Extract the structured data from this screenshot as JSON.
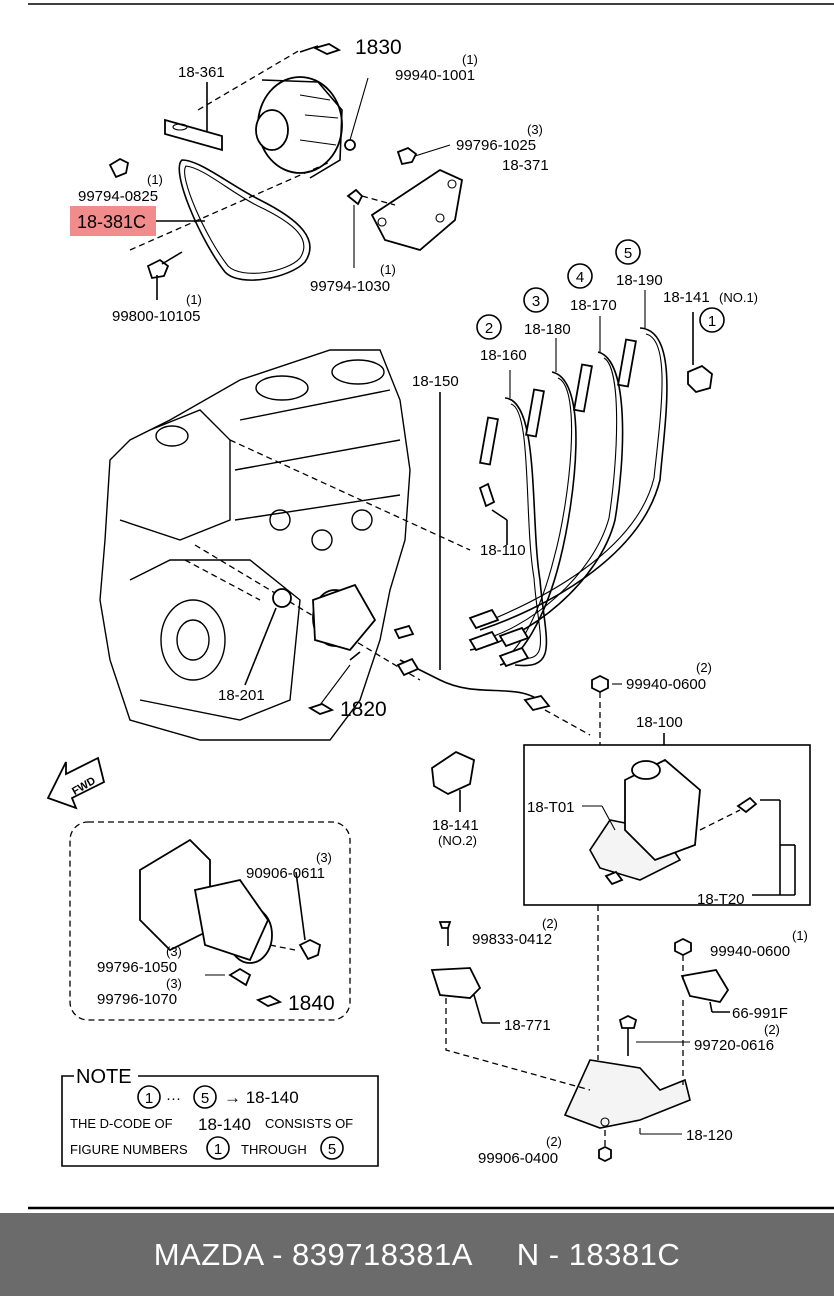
{
  "footer": {
    "text": "MAZDA - 839718381A     N - 18381C"
  },
  "highlight": {
    "code": "18-381C",
    "color": "#f28b8b"
  },
  "colors": {
    "footer_bg": "#6b6b6b",
    "footer_text": "#ffffff",
    "highlight": "#f28b8b"
  },
  "labels": {
    "l1830": "1830",
    "l18361": "18-361",
    "l99940_1001": "99940-1001",
    "l99940_1001_q": "(1)",
    "l99796_1025": "99796-1025",
    "l99796_1025_q": "(3)",
    "l18371": "18-371",
    "l99794_0825_q": "(1)",
    "l99794_0825": "99794-0825",
    "l99794_1030_q": "(1)",
    "l99794_1030": "99794-1030",
    "l99800_10105_q": "(1)",
    "l99800_10105": "99800-10105",
    "c5": "5",
    "c4": "4",
    "c3": "3",
    "c2": "2",
    "c1": "1",
    "l18190": "18-190",
    "l18170": "18-170",
    "l18180": "18-180",
    "l18160": "18-160",
    "l18141_no1": "18-141",
    "l18141_no1_sfx": "(NO.1)",
    "l18150": "18-150",
    "l18110": "18-110",
    "l18201": "18-201",
    "l1820": "1820",
    "l99940_0600_q": "(2)",
    "l99940_0600": "99940-0600",
    "l18100": "18-100",
    "l18T01": "18-T01",
    "l18T20": "18-T20",
    "fwd": "FWD",
    "l18141_no2": "18-141",
    "l18141_no2_sfx": "(NO.2)",
    "l90906_0611_q": "(3)",
    "l90906_0611": "90906-0611",
    "l99796_1050_q": "(3)",
    "l99796_1050": "99796-1050",
    "l99796_1070_q": "(3)",
    "l99796_1070": "99796-1070",
    "l1840": "1840",
    "l99833_0412_q": "(2)",
    "l99833_0412": "99833-0412",
    "l99940_0600b_q": "(1)",
    "l99940_0600b": "99940-0600",
    "l18771": "18-771",
    "l66_991F": "66-991F",
    "l99720_0616_q": "(2)",
    "l99720_0616": "99720-0616",
    "l18120": "18-120",
    "l99906_0400_q": "(2)",
    "l99906_0400": "99906-0400"
  },
  "note": {
    "title": "NOTE",
    "c1": "1",
    "dots": "···",
    "c5": "5",
    "arrow_target": "→ 18-140",
    "line2a": "THE D-CODE OF",
    "line2b": "18-140",
    "line2c": "CONSISTS OF",
    "line3a": "FIGURE NUMBERS",
    "line3b": "1",
    "line3c": "THROUGH",
    "line3d": "5"
  }
}
